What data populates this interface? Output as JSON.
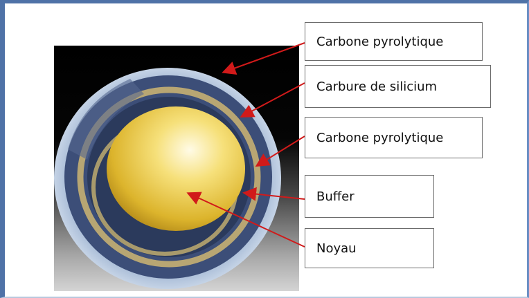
{
  "labels": [
    "Carbone pyrolytique",
    "Carbure de silicium",
    "Carbone pyrolytique",
    "Buffer",
    "Noyau"
  ],
  "colors": {
    "frame": "#4f72a7",
    "arrow": "#d11a1a",
    "kernel": "#e8c640",
    "buffer_layer": "#2f3f63",
    "silicon_carbide_layer": "#b8a673",
    "outer_layer": "#c7d4e6"
  }
}
